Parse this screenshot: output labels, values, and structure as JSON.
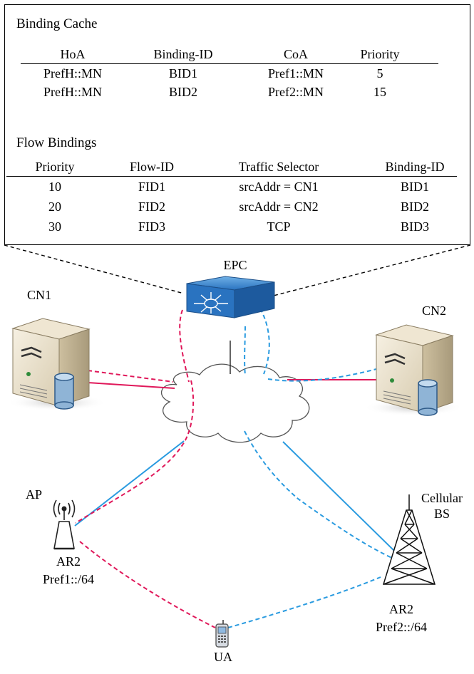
{
  "binding_cache": {
    "title": "Binding Cache",
    "headers": [
      "HoA",
      "Binding-ID",
      "CoA",
      "Priority"
    ],
    "rows": [
      [
        "PrefH::MN",
        "BID1",
        "Pref1::MN",
        "5"
      ],
      [
        "PrefH::MN",
        "BID2",
        "Pref2::MN",
        "15"
      ]
    ]
  },
  "flow_bindings": {
    "title": "Flow Bindings",
    "headers": [
      "Priority",
      "Flow-ID",
      "Traffic Selector",
      "Binding-ID"
    ],
    "rows": [
      [
        "10",
        "FID1",
        "srcAddr = CN1",
        "BID1"
      ],
      [
        "20",
        "FID2",
        "srcAddr = CN2",
        "BID2"
      ],
      [
        "30",
        "FID3",
        "TCP",
        "BID3"
      ]
    ]
  },
  "nodes": {
    "epc": "EPC",
    "cn1": "CN1",
    "cn2": "CN2",
    "ap": "AP",
    "ar_left": "AR2",
    "pref_left": "Pref1::/64",
    "cellular_line1": "Cellular",
    "cellular_line2": "BS",
    "ar_right": "AR2",
    "pref_right": "Pref2::/64",
    "ua": "UA"
  },
  "colors": {
    "red_path": "#e0185a",
    "blue_path": "#2a9be0"
  }
}
